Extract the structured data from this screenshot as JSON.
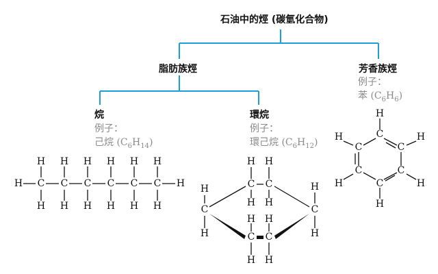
{
  "root": {
    "label": "石油中的烴 (碳氫化合物)"
  },
  "aliphatic": {
    "label": "脂肪族烴"
  },
  "aromatic": {
    "label": "芳香族烴",
    "example_prefix": "例子：",
    "example_name": "苯",
    "formula": {
      "open": " (",
      "c": "C",
      "c_sub": "6",
      "h": "H",
      "h_sub": "6",
      "close": ")"
    }
  },
  "alkane": {
    "label": "烷",
    "example_prefix": "例子：",
    "example_name": "己烷",
    "formula": {
      "open": " (",
      "c": "C",
      "c_sub": "6",
      "h": "H",
      "h_sub": "14",
      "close": ")"
    }
  },
  "cycloalkane": {
    "label": "環烷",
    "example_prefix": "例子：",
    "example_name": "環己烷",
    "formula": {
      "open": " (",
      "c": "C",
      "c_sub": "6",
      "h": "H",
      "h_sub": "12",
      "close": ")"
    }
  },
  "atoms": {
    "carbon": "C",
    "hydrogen": "H"
  },
  "colors": {
    "connector": "#1a9fd9",
    "text": "#111111",
    "example": "#8a8a8a"
  }
}
